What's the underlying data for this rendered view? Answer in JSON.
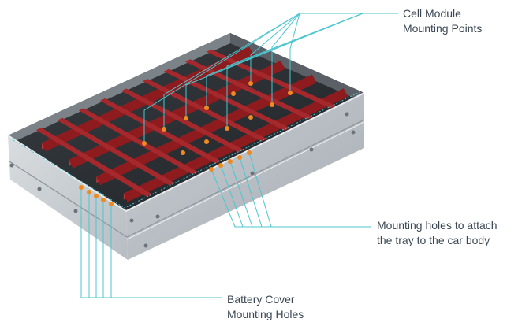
{
  "callouts": {
    "cell_module": {
      "line1": "Cell Module",
      "line2": "Mounting Points"
    },
    "car_body": {
      "line1": "Mounting holes to attach",
      "line2": "the tray to the car body"
    },
    "battery_cover": {
      "line1": "Battery Cover",
      "line2": "Mounting Holes"
    }
  },
  "colors": {
    "leader_line": "#4cc6cf",
    "mounting_point": "#f08a1e",
    "rib_red": "#8e1b1e",
    "tray_wall": "#c6cbcf",
    "tray_floor": "#2b2f33",
    "label_text": "#3a4753"
  },
  "icons": [
    "tray-diagram",
    "mounting-point-marker",
    "leader-line"
  ]
}
